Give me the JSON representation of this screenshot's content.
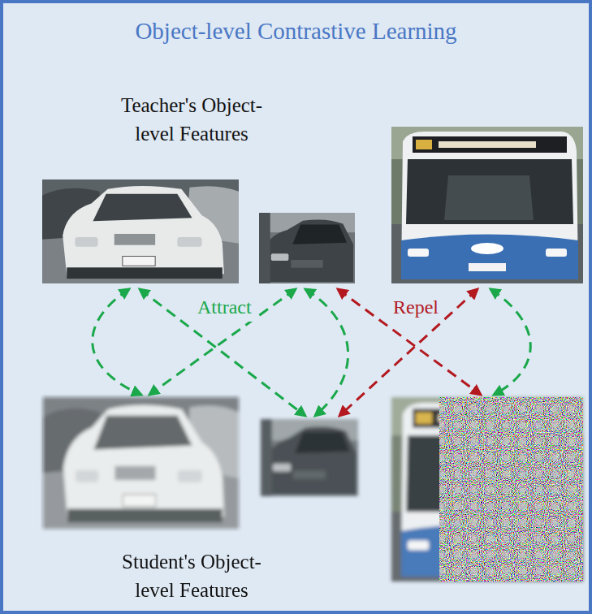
{
  "diagram": {
    "title": "Object-level Contrastive Learning",
    "labels": [
      "Teacher's Object-level Features",
      "Attract",
      "Repel",
      "Student's Object-level Features"
    ]
  }
}
